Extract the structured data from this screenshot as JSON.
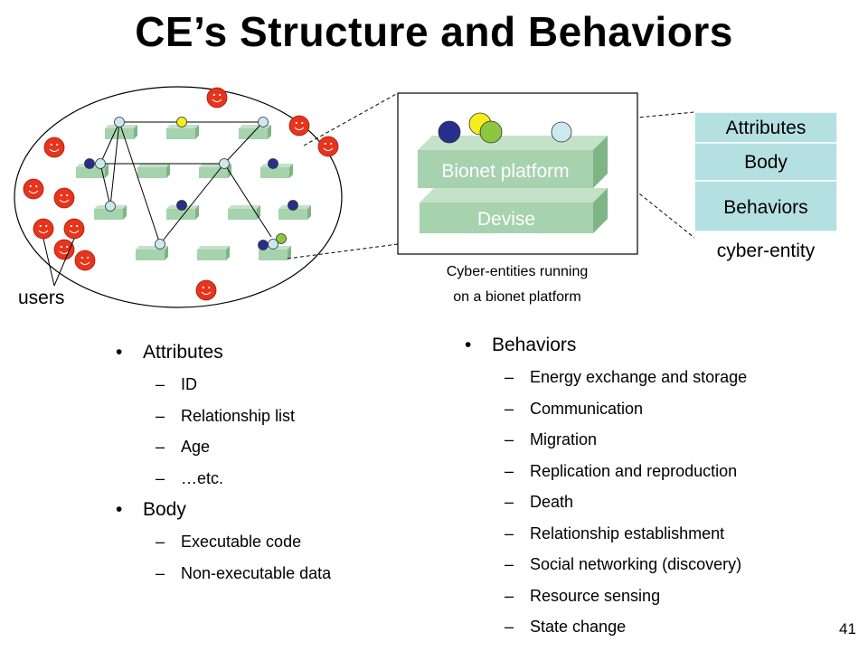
{
  "title": "CE’s Structure and Behaviors",
  "network": {
    "users_label": "users"
  },
  "platform": {
    "top_layer": "Bionet platform",
    "bottom_layer": "Devise",
    "caption_line1": "Cyber-entities running",
    "caption_line2": "on a bionet platform"
  },
  "entity": {
    "attributes": "Attributes",
    "body": "Body",
    "behaviors": "Behaviors",
    "label": "cyber-entity"
  },
  "left_list": {
    "attributes": {
      "label": "Attributes",
      "items": [
        "ID",
        "Relationship list",
        "Age",
        "…etc."
      ]
    },
    "body": {
      "label": "Body",
      "items": [
        "Executable code",
        "Non-executable data"
      ]
    }
  },
  "right_list": {
    "label": "Behaviors",
    "items": [
      "Energy exchange and storage",
      "Communication",
      "Migration",
      "Replication and reproduction",
      "Death",
      "Relationship establishment",
      "Social networking (discovery)",
      "Resource sensing",
      "State change"
    ]
  },
  "page_number": "41",
  "colors": {
    "smiley": "#e8341c",
    "node": "#cce9f0",
    "platform": "#a6d2ad",
    "entity_box": "#b4e0e2",
    "dark_blue": "#262e8e",
    "yellow": "#f4ee1a",
    "green": "#8dc63f"
  }
}
